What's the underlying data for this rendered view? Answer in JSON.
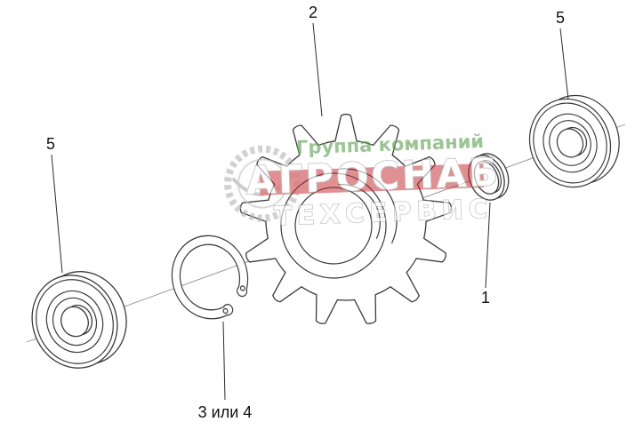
{
  "figure": {
    "labels": {
      "sprocket": "2",
      "bearing_right": "5",
      "bearing_left": "5",
      "spacer_ring": "1",
      "circlip": "3 или 4"
    },
    "parts": {
      "sprocket_teeth": 13
    },
    "watermark": {
      "line1": "Группа компаний",
      "line2": "АГРОСНАБ",
      "line3": "ТЕХСЕРВИС",
      "colors": {
        "green": "#5a9e4e",
        "red": "#c3272b",
        "outline": "#9d9d9d"
      }
    }
  }
}
